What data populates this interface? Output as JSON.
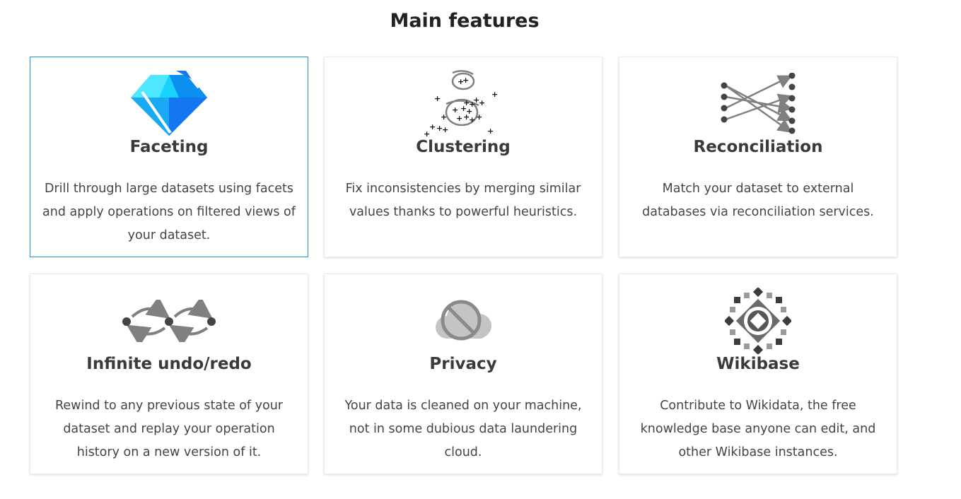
{
  "section": {
    "title": "Main features"
  },
  "features": [
    {
      "title": "Faceting",
      "description": "Drill through large datasets using facets and apply operations on filtered views of your dataset.",
      "icon": "diamond-icon"
    },
    {
      "title": "Clustering",
      "description": "Fix inconsistencies by merging similar values thanks to powerful heuristics.",
      "icon": "cluster-icon"
    },
    {
      "title": "Reconciliation",
      "description": "Match your dataset to external databases via reconciliation services.",
      "icon": "reconciliation-icon"
    },
    {
      "title": "Infinite undo/redo",
      "description": "Rewind to any previous state of your dataset and replay your operation history on a new version of it.",
      "icon": "undo-redo-icon"
    },
    {
      "title": "Privacy",
      "description": "Your data is cleaned on your machine, not in some dubious data laundering cloud.",
      "icon": "no-cloud-icon"
    },
    {
      "title": "Wikibase",
      "description": "Contribute to Wikidata, the free knowledge base anyone can edit, and other Wikibase instances.",
      "icon": "wikibase-icon"
    }
  ],
  "colors": {
    "active_border": "#1e90d6",
    "icon_gray": "#808080",
    "icon_dark": "#444444",
    "diamond_light": "#19d3ff",
    "diamond_mid": "#1aaaf5",
    "diamond_dark": "#1476f0"
  }
}
